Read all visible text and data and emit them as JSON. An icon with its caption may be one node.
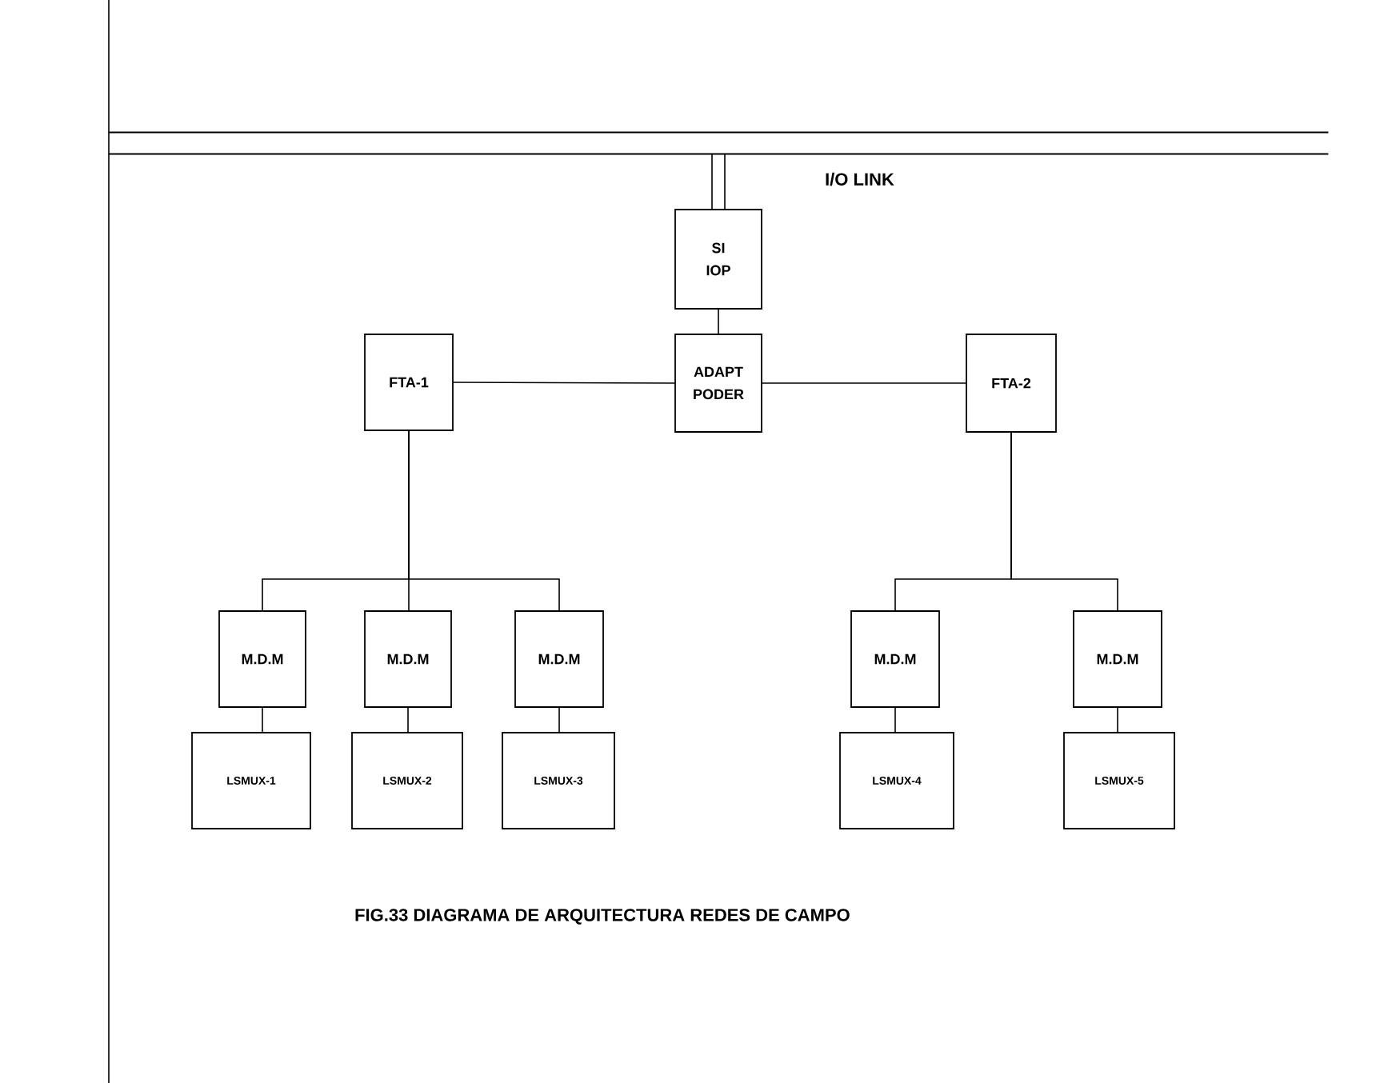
{
  "diagram": {
    "caption": "FIG.33  DIAGRAMA DE ARQUITECTURA REDES DE CAMPO",
    "nodes": [
      {
        "text": [
          "I/O LINK"
        ]
      },
      {
        "text": [
          "SI IOP"
        ]
      },
      {
        "text": [
          "ADAPT PODER"
        ]
      },
      {
        "text": [
          "FTA-1"
        ]
      },
      {
        "text": [
          "FTA-2"
        ]
      },
      {
        "text": [
          "M.D.M"
        ]
      },
      {
        "text": [
          "M.D.M"
        ]
      },
      {
        "text": [
          "M.D.M"
        ]
      },
      {
        "text": [
          "M.D.M"
        ]
      },
      {
        "text": [
          "M.D.M"
        ]
      },
      {
        "text": [
          "LSMUX-1"
        ]
      },
      {
        "text": [
          "LSMUX-2"
        ]
      },
      {
        "text": [
          "LSMUX-3"
        ]
      },
      {
        "text": [
          "LSMUX-4"
        ]
      },
      {
        "text": [
          "LSMUX-5"
        ]
      }
    ],
    "edges": [
      {
        "from": 0,
        "to": 1,
        "arrow": "none"
      },
      {
        "from": 1,
        "to": 2,
        "arrow": "none"
      },
      {
        "from": 3,
        "to": 2,
        "arrow": "none"
      },
      {
        "from": 2,
        "to": 4,
        "arrow": "none"
      },
      {
        "from": 3,
        "to": 5,
        "arrow": "none"
      },
      {
        "from": 3,
        "to": 6,
        "arrow": "none"
      },
      {
        "from": 3,
        "to": 7,
        "arrow": "none"
      },
      {
        "from": 4,
        "to": 8,
        "arrow": "none"
      },
      {
        "from": 4,
        "to": 9,
        "arrow": "none"
      },
      {
        "from": 5,
        "to": 10,
        "arrow": "none"
      },
      {
        "from": 6,
        "to": 11,
        "arrow": "none"
      },
      {
        "from": 7,
        "to": 12,
        "arrow": "none"
      },
      {
        "from": 8,
        "to": 13,
        "arrow": "none"
      },
      {
        "from": 9,
        "to": 14,
        "arrow": "none"
      }
    ]
  }
}
